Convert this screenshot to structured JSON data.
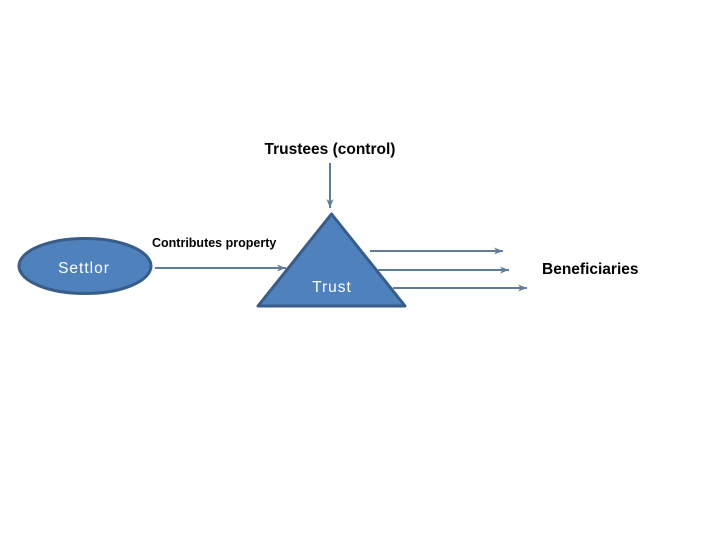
{
  "diagram": {
    "title": "Trust structure diagram",
    "labels": {
      "trustees": "Trustees (control)",
      "contributes": "Contributes property",
      "settlor": "Settlor",
      "trust": "Trust",
      "beneficiaries": "Beneficiaries"
    },
    "relations": [
      "Trustees (control) -> Trust (downward arrow)",
      "Settlor -> Trust (Contributes property arrow)",
      "Trust -> Beneficiaries (three rightward arrows)"
    ]
  },
  "colors": {
    "background": "#FFFFFF",
    "shape_fill": "#4F81BD",
    "shape_stroke": "#385D8A",
    "connector": "#5F7D9B",
    "label_text": "#000000",
    "shape_label_text": "#FFFFFF"
  }
}
